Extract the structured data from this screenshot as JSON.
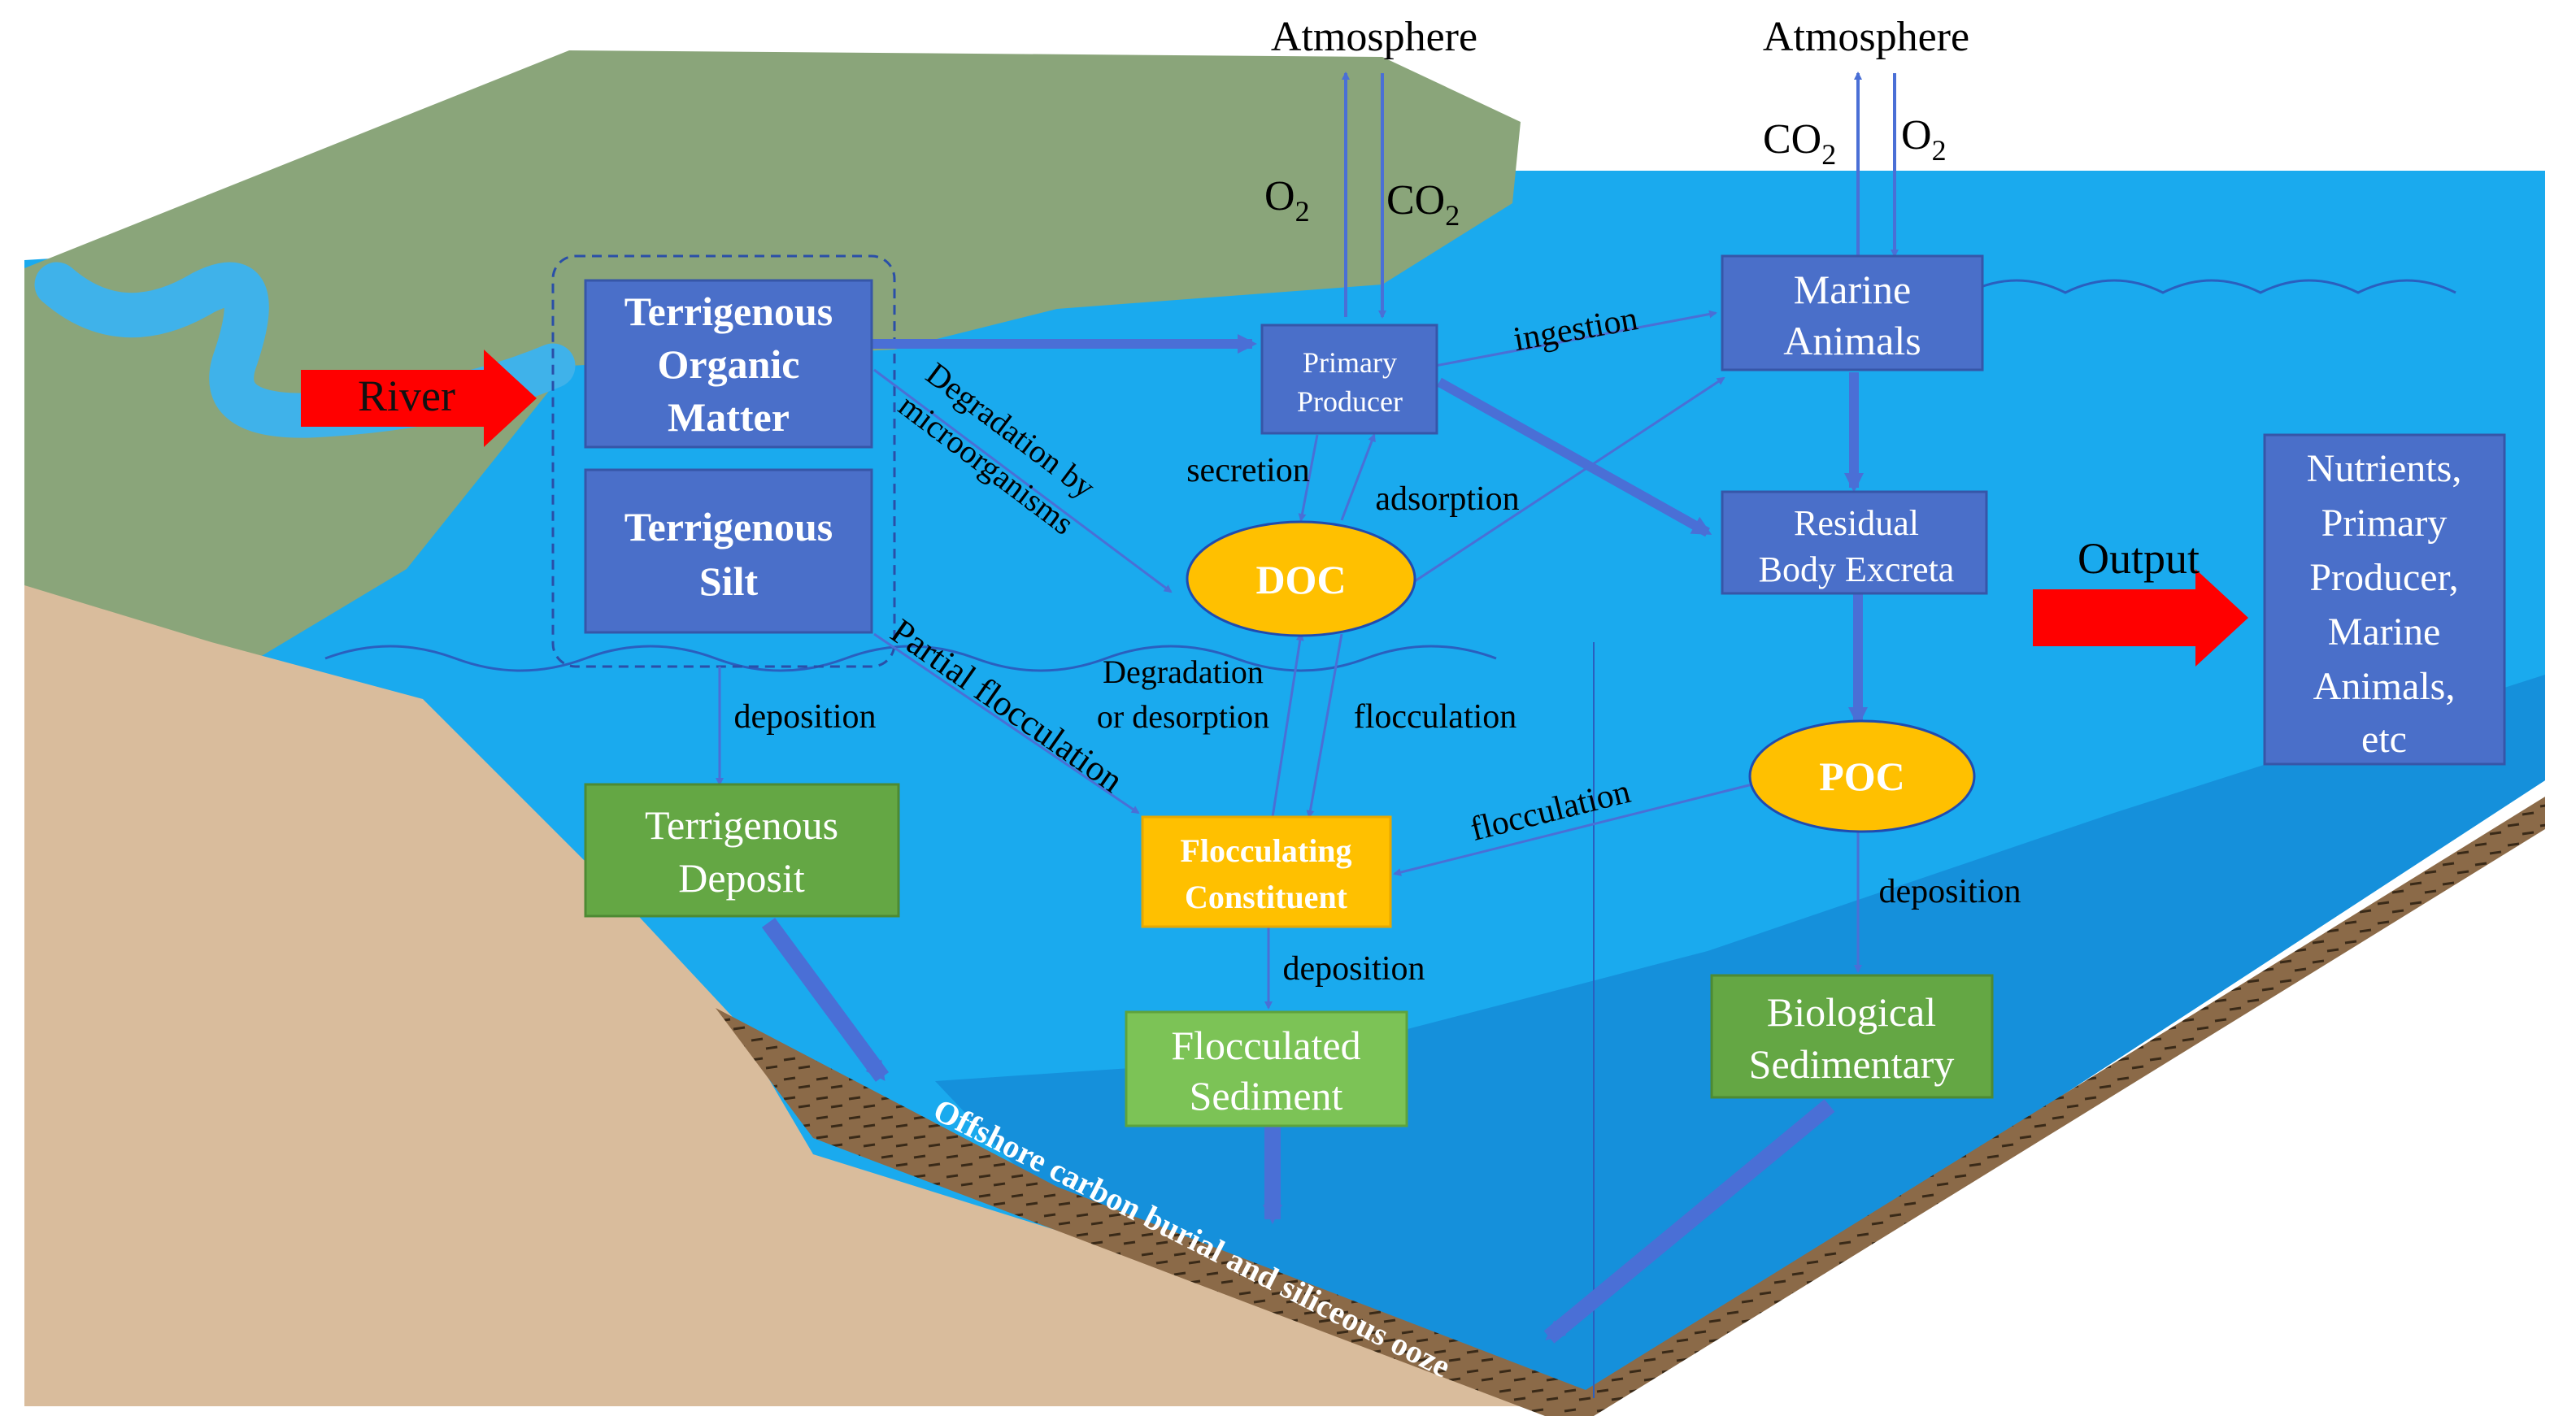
{
  "colors": {
    "sea": "#1aaaee",
    "deep_sea": "#1590db",
    "land_green": "#8aa57a",
    "sand": "#d9bc9c",
    "sediment": "#8b6a48",
    "river_blue": "#3fb2ea",
    "box_blue": "#4a6fc9",
    "box_green": "#64a744",
    "box_yellow": "#ffc000",
    "arrow_blue": "#4a6fd6",
    "arrow_red": "#ff0000"
  },
  "atmosphere": {
    "left": "Atmosphere",
    "right": "Atmosphere"
  },
  "gases": {
    "left_o2": "O",
    "left_co2": "CO",
    "right_co2": "CO",
    "right_o2": "O",
    "subscript": "2"
  },
  "boxes": {
    "terrigenous_organic_matter": [
      "Terrigenous",
      "Organic",
      "Matter"
    ],
    "terrigenous_silt": [
      "Terrigenous",
      "Silt"
    ],
    "primary_producer": [
      "Primary",
      "Producer"
    ],
    "marine_animals": [
      "Marine",
      "Animals"
    ],
    "residual_body_excreta": [
      "Residual",
      "Body Excreta"
    ],
    "terrigenous_deposit": [
      "Terrigenous",
      "Deposit"
    ],
    "flocculating_constituent": [
      "Flocculating",
      "Constituent"
    ],
    "flocculated_sediment": [
      "Flocculated",
      "Sediment"
    ],
    "biological_sedimentary": [
      "Biological",
      "Sedimentary"
    ],
    "output_targets": [
      "Nutrients,",
      "Primary",
      "Producer,",
      "Marine",
      "Animals,",
      "etc"
    ]
  },
  "ellipses": {
    "doc": "DOC",
    "poc": "POC"
  },
  "process_labels": {
    "river": "River",
    "output": "Output",
    "ingestion": "ingestion",
    "secretion": "secretion",
    "adsorption": "adsorption",
    "degradation_by": "Degradation by",
    "microorganisms": "microorganisms",
    "partial_flocculation": "Partial flocculation",
    "deposition_left": "deposition",
    "degradation_line1": "Degradation",
    "degradation_line2": "or desorption",
    "flocculation_mid": "flocculation",
    "flocculation_right": "flocculation",
    "deposition_mid": "deposition",
    "deposition_right": "deposition",
    "burial": "Offshore carbon burial and siliceous ooze"
  }
}
